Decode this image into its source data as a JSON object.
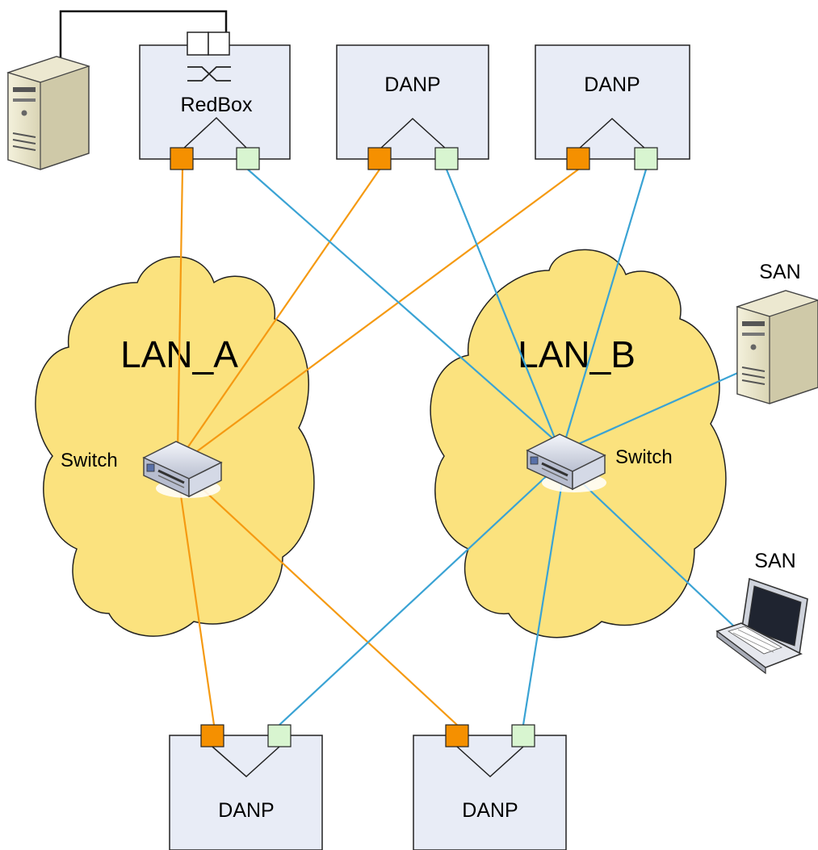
{
  "colors": {
    "background": "#ffffff",
    "box_fill": "#e8ecf6",
    "cloud_fill": "#fbe27e",
    "lan_a_link": "#f59a12",
    "lan_b_link": "#3aa3d4",
    "port_a": "#f59000",
    "port_b": "#d8f5d0"
  },
  "nodes": {
    "redbox": {
      "label": "RedBox",
      "icon": "redbox-switch-icon"
    },
    "danp_top_1": {
      "label": "DANP"
    },
    "danp_top_2": {
      "label": "DANP"
    },
    "danp_bottom_1": {
      "label": "DANP"
    },
    "danp_bottom_2": {
      "label": "DANP"
    }
  },
  "networks": {
    "lan_a": {
      "label": "LAN_A",
      "switch_label": "Switch"
    },
    "lan_b": {
      "label": "LAN_B",
      "switch_label": "Switch"
    }
  },
  "devices": {
    "san_server": {
      "label": "SAN",
      "icon": "server-tower-icon"
    },
    "san_laptop": {
      "label": "SAN",
      "icon": "laptop-icon"
    },
    "redbox_host": {
      "label": "",
      "icon": "server-tower-icon"
    }
  },
  "links": {
    "lan_a": [
      "redbox",
      "danp_top_1",
      "danp_top_2",
      "danp_bottom_1",
      "danp_bottom_2"
    ],
    "lan_b": [
      "redbox",
      "danp_top_1",
      "danp_top_2",
      "danp_bottom_1",
      "danp_bottom_2",
      "san_server",
      "san_laptop"
    ]
  }
}
